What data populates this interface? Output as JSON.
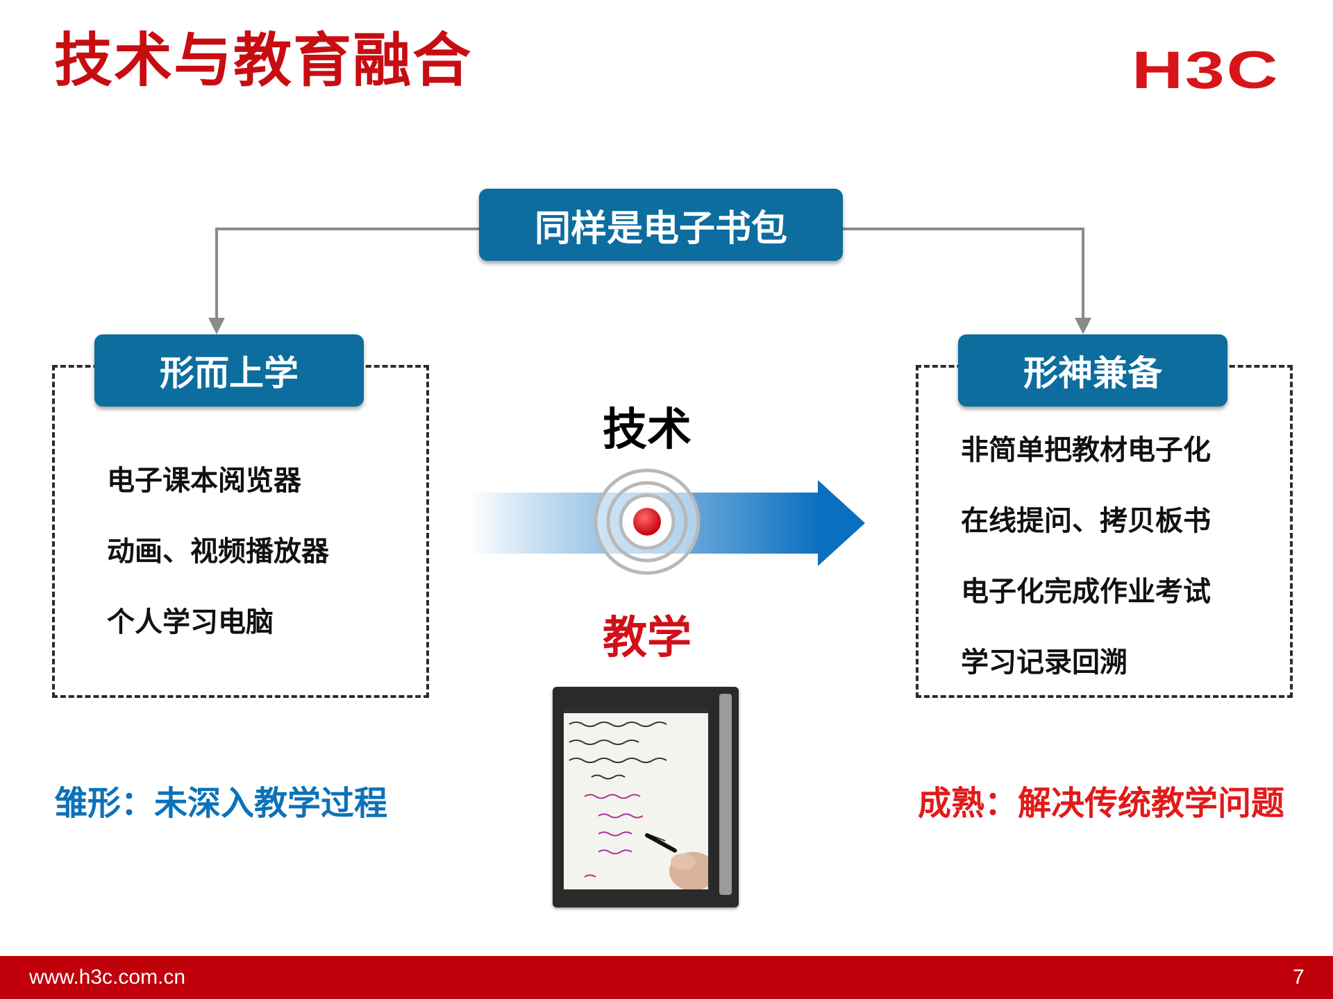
{
  "header": {
    "title": "技术与教育融合",
    "logo_text": "H3C"
  },
  "diagram": {
    "top_node": "同样是电子书包",
    "left_node": {
      "title": "形而上学",
      "items": [
        "电子课本阅览器",
        "动画、视频播放器",
        "个人学习电脑"
      ]
    },
    "right_node": {
      "title": "形神兼备",
      "items": [
        "非简单把教材电子化",
        "在线提问、拷贝板书",
        "电子化完成作业考试",
        "学习记录回溯"
      ]
    },
    "center_top_label": "技术",
    "center_bottom_label": "教学"
  },
  "captions": {
    "left": "雏形：未深入教学过程",
    "right": "成熟：解决传统教学问题"
  },
  "footer": {
    "url": "www.h3c.com.cn",
    "page_number": "7"
  },
  "colors": {
    "brand_red": "#c80d12",
    "node_blue": "#0c6d9e",
    "arrow_blue": "#0b6fc0",
    "caption_blue": "#0c72b8",
    "caption_red": "#e31a1a"
  },
  "icons": [
    "pen-tablet-image",
    "target-icon"
  ]
}
